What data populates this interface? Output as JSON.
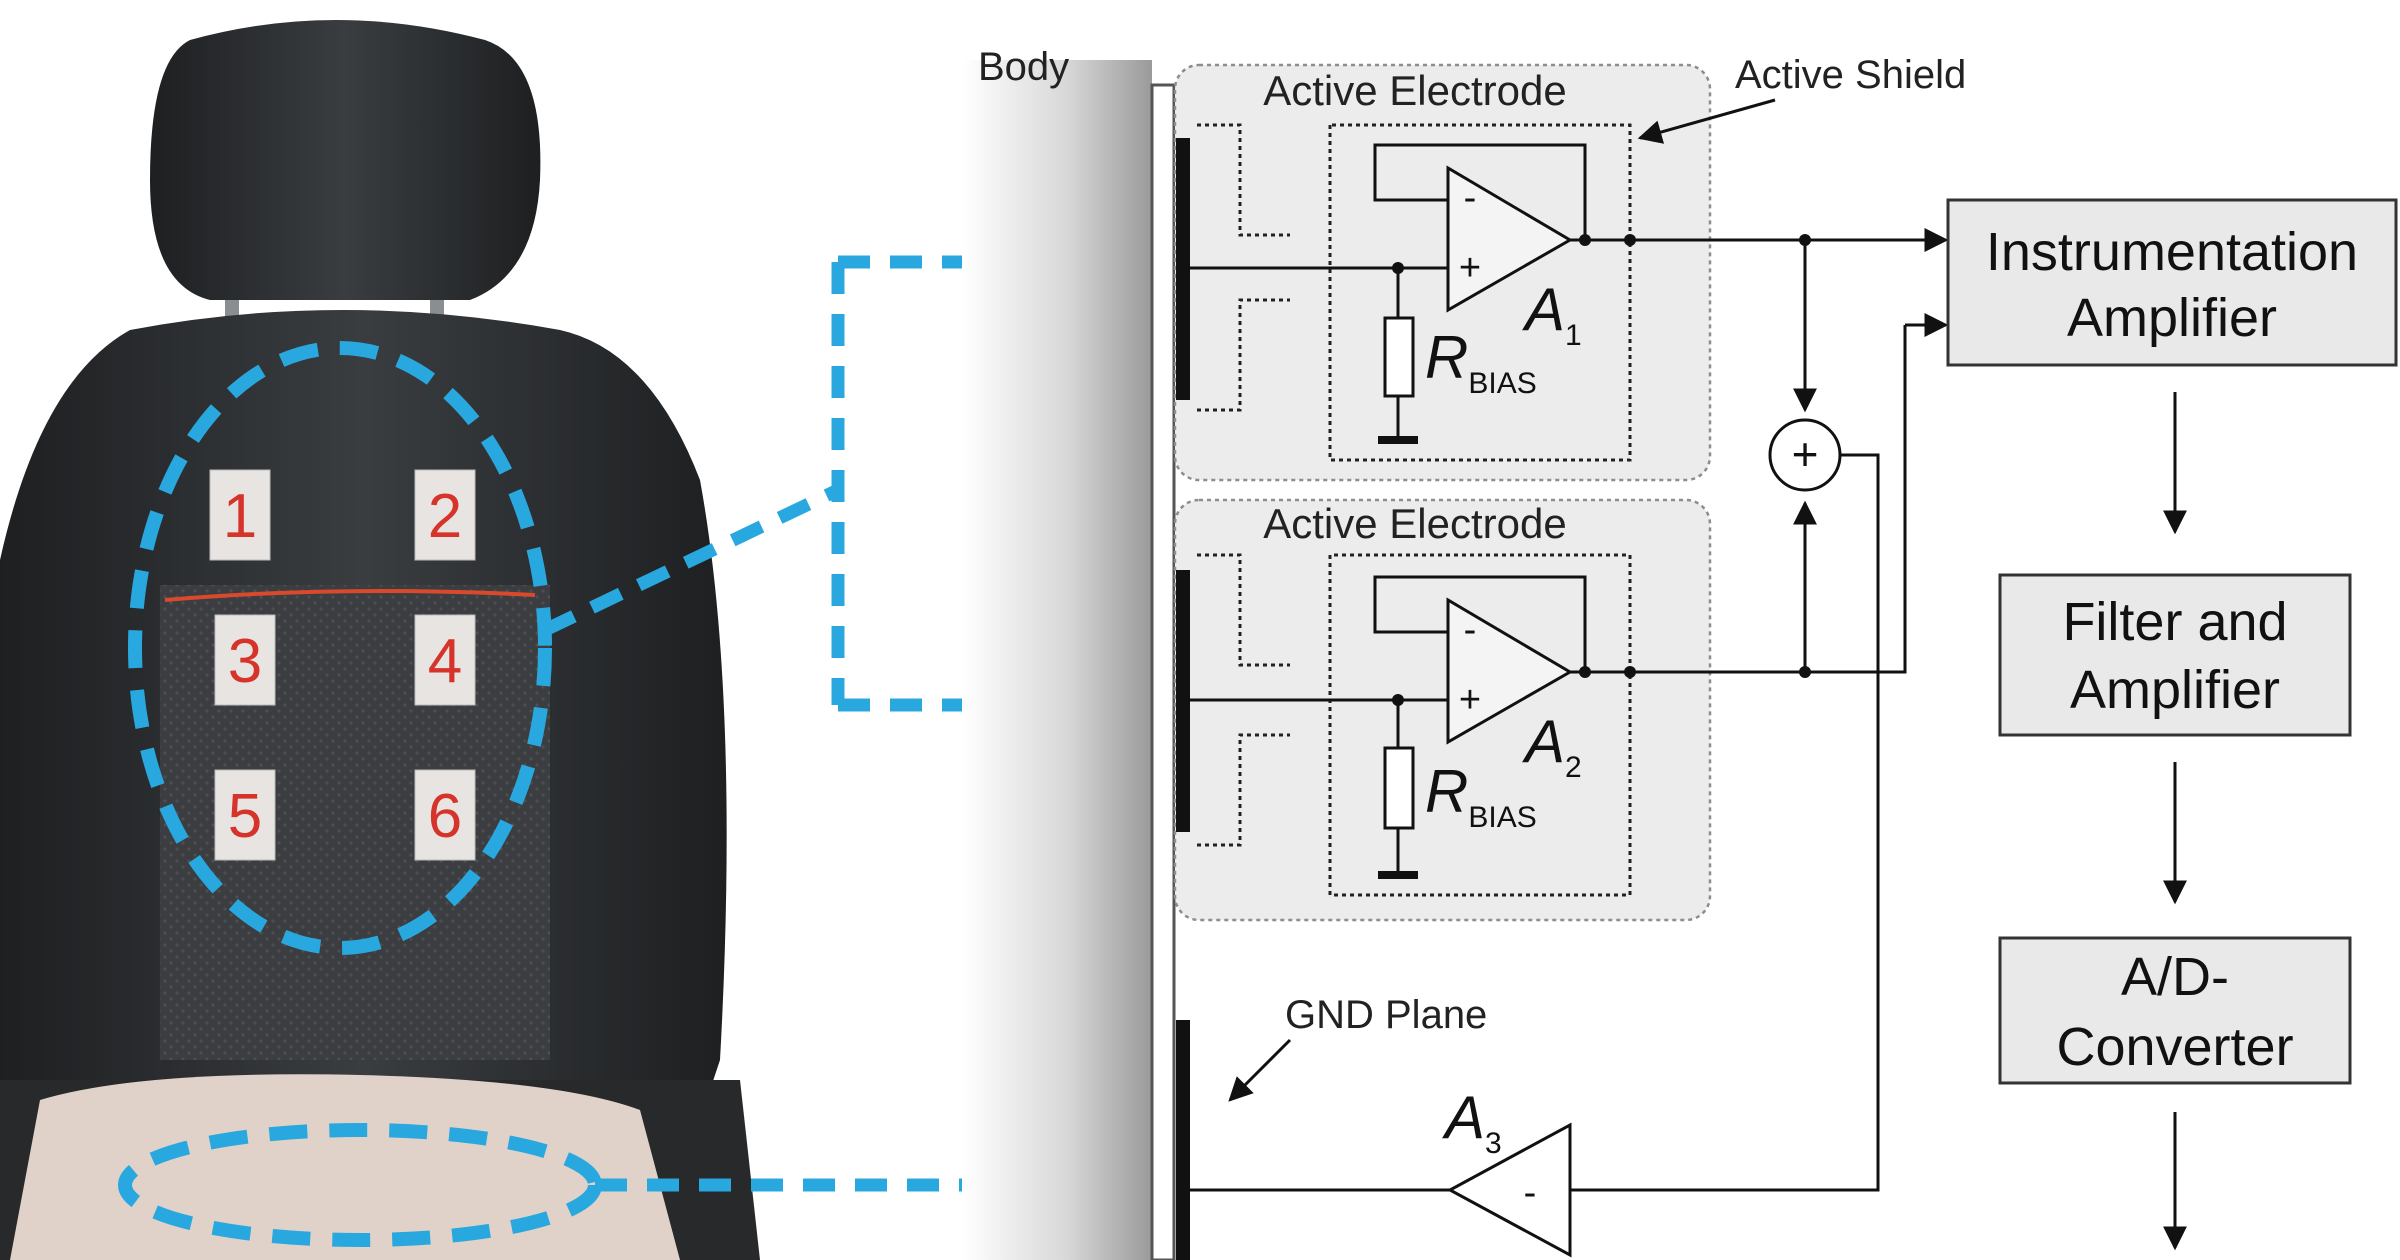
{
  "seat": {
    "electrodes": [
      {
        "label": "1"
      },
      {
        "label": "2"
      },
      {
        "label": "3"
      },
      {
        "label": "4"
      },
      {
        "label": "5"
      },
      {
        "label": "6"
      }
    ]
  },
  "labels": {
    "body": "Body",
    "active_electrode_1": "Active Electrode",
    "active_electrode_2": "Active Electrode",
    "active_shield": "Active Shield",
    "gnd_plane": "GND Plane",
    "opamp_1": "A",
    "opamp_1_sub": "1",
    "opamp_2": "A",
    "opamp_2_sub": "2",
    "opamp_3": "A",
    "opamp_3_sub": "3",
    "resistor_1": "R",
    "resistor_1_sub": "BIAS",
    "resistor_2": "R",
    "resistor_2_sub": "BIAS",
    "plus_1": "+",
    "minus_1": "-",
    "plus_2": "+",
    "minus_2": "-",
    "minus_3": "-",
    "summer": "+"
  },
  "blocks": {
    "instrumentation_amp_line1": "Instrumentation",
    "instrumentation_amp_line2": "Amplifier",
    "filter_line1": "Filter and",
    "filter_line2": "Amplifier",
    "adc_line1": "A/D-",
    "adc_line2": "Converter"
  },
  "colors": {
    "arrow_blue": "#29a8df",
    "seat_dark": "#2f3133",
    "electrode_label_red": "#d6332a",
    "block_fill": "#e9e9e9"
  }
}
